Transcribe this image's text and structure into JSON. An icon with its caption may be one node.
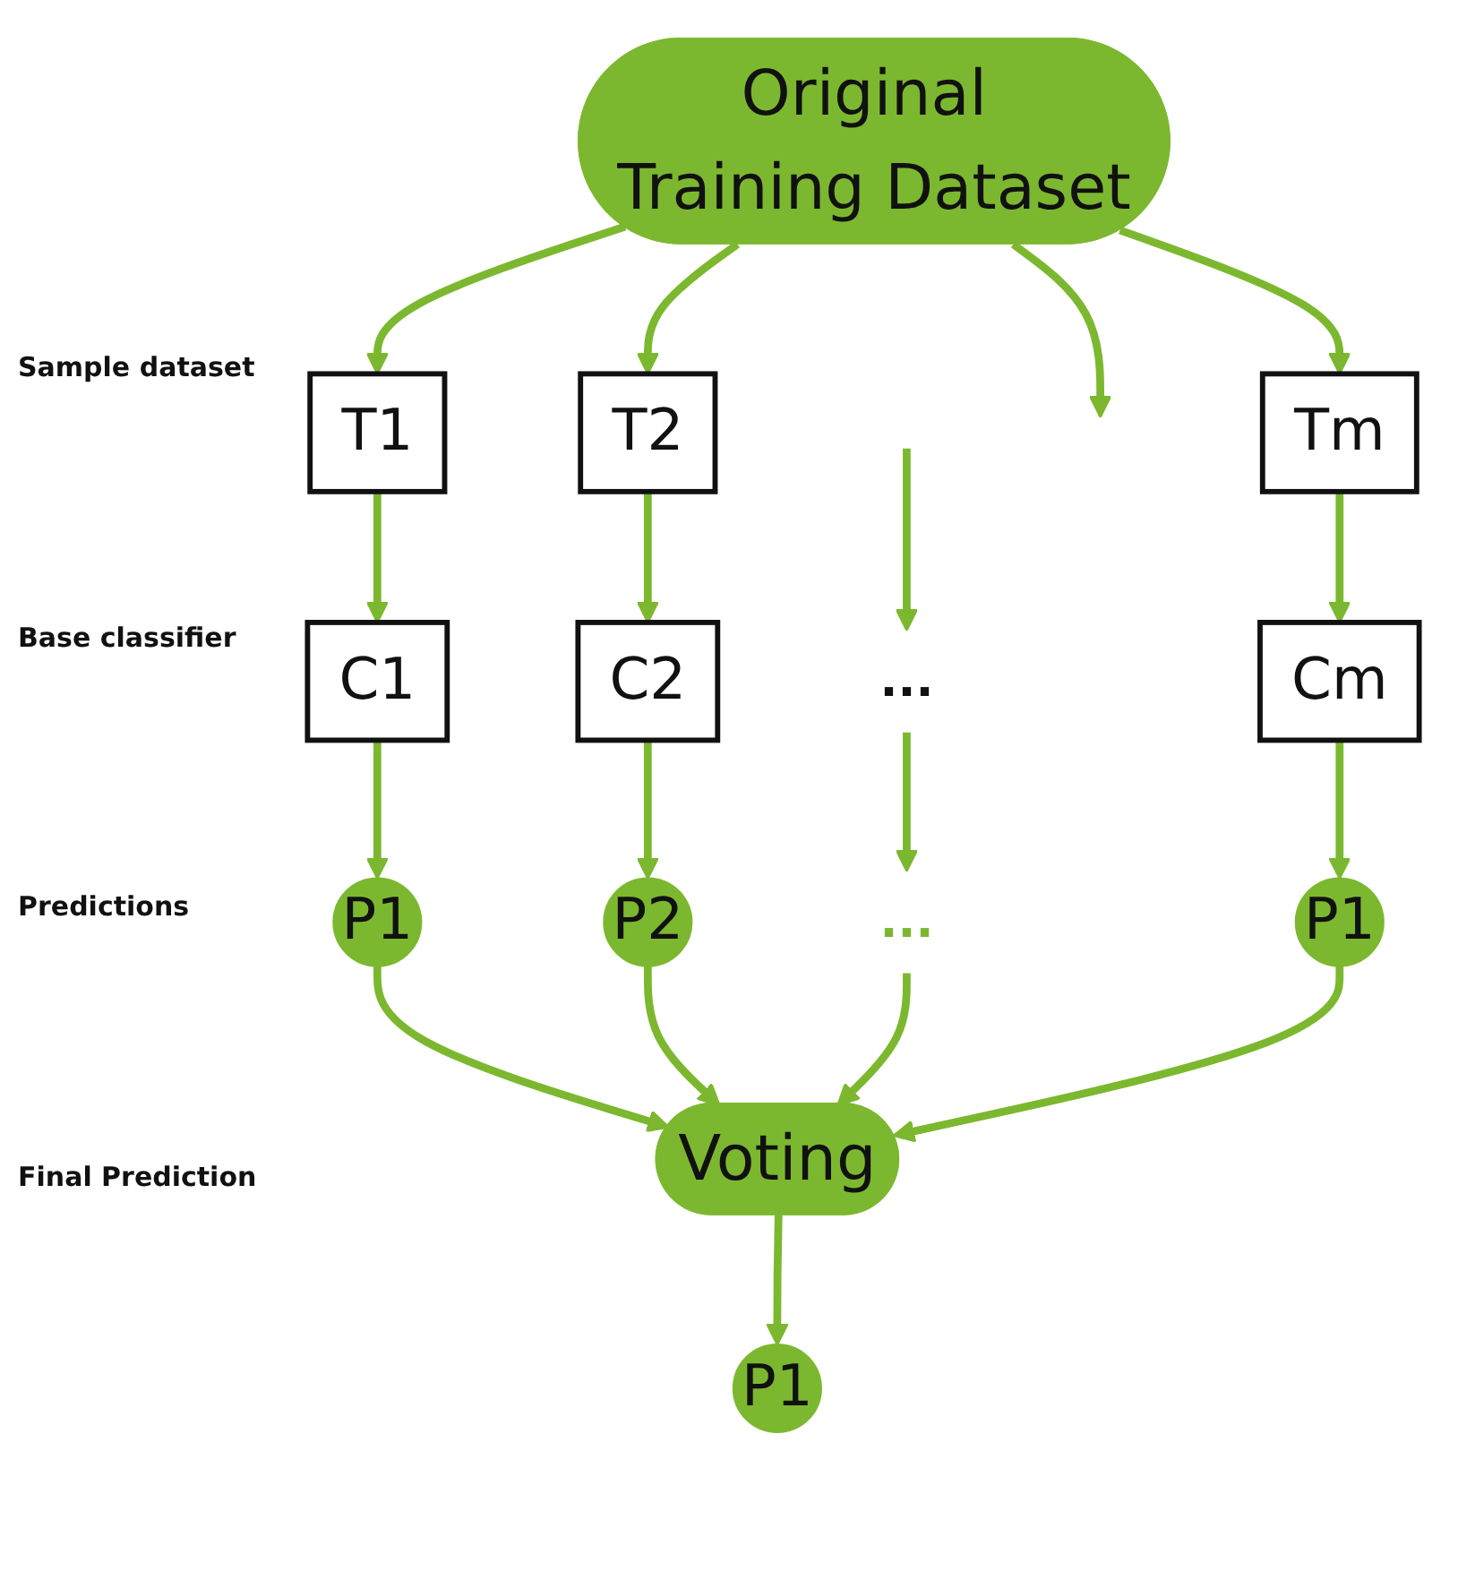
{
  "diagram": {
    "nodes": [
      {
        "text": [
          "Original Training Dataset"
        ]
      },
      {
        "text": [
          "T1"
        ]
      },
      {
        "text": [
          "T2"
        ]
      },
      {
        "text": [
          "Tm"
        ]
      },
      {
        "text": [
          "C1"
        ]
      },
      {
        "text": [
          "C2"
        ]
      },
      {
        "text": [
          "..."
        ]
      },
      {
        "text": [
          "Cm"
        ]
      },
      {
        "text": [
          "P1"
        ]
      },
      {
        "text": [
          "P2"
        ]
      },
      {
        "text": [
          "..."
        ]
      },
      {
        "text": [
          "P1"
        ]
      },
      {
        "text": [
          "Voting"
        ]
      },
      {
        "text": [
          "P1"
        ]
      }
    ],
    "edges": [
      {
        "from": 0,
        "to": 1,
        "arrow": "to"
      },
      {
        "from": 0,
        "to": 2,
        "arrow": "to"
      },
      {
        "from": 0,
        "to": null,
        "arrow": "to"
      },
      {
        "from": 0,
        "to": 3,
        "arrow": "to"
      },
      {
        "from": 1,
        "to": 4,
        "arrow": "to"
      },
      {
        "from": 2,
        "to": 5,
        "arrow": "to"
      },
      {
        "from": null,
        "to": 6,
        "arrow": "to"
      },
      {
        "from": 3,
        "to": 7,
        "arrow": "to"
      },
      {
        "from": 4,
        "to": 8,
        "arrow": "to"
      },
      {
        "from": 5,
        "to": 9,
        "arrow": "to"
      },
      {
        "from": 6,
        "to": 10,
        "arrow": "to"
      },
      {
        "from": 7,
        "to": 11,
        "arrow": "to"
      },
      {
        "from": 8,
        "to": 12,
        "arrow": "to"
      },
      {
        "from": 9,
        "to": 12,
        "arrow": "to"
      },
      {
        "from": 10,
        "to": 12,
        "arrow": "to"
      },
      {
        "from": 11,
        "to": 12,
        "arrow": "to"
      },
      {
        "from": 12,
        "to": 13,
        "arrow": "to"
      }
    ],
    "labels": [
      "Sample dataset",
      "Base classifier",
      "Predictions",
      "Final Prediction"
    ]
  }
}
